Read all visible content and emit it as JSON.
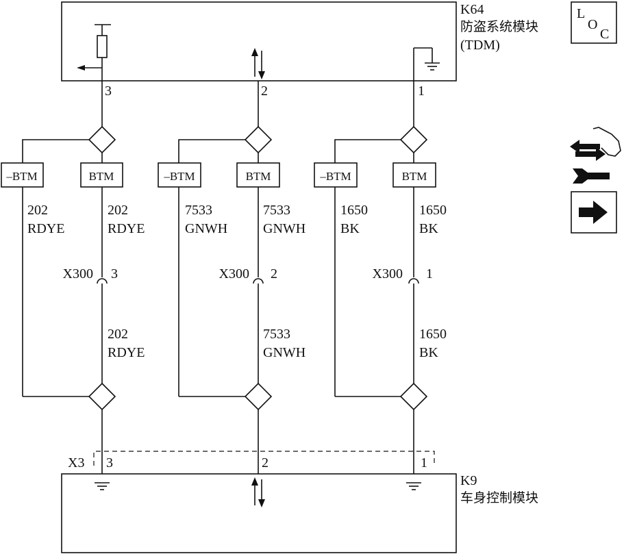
{
  "modules": {
    "k64": {
      "id": "K64",
      "name": "防盗系统模块",
      "abbr": "(TDM)"
    },
    "k9": {
      "id": "K9",
      "name": "车身控制模块"
    }
  },
  "loc_badge": {
    "l": "L",
    "o": "O",
    "c": "C"
  },
  "circuits": [
    {
      "pin": "3",
      "circuit": "202",
      "color": "RDYE",
      "inline_connector": "X300",
      "inline_pin": "3"
    },
    {
      "pin": "2",
      "circuit": "7533",
      "color": "GNWH",
      "inline_connector": "X300",
      "inline_pin": "2"
    },
    {
      "pin": "1",
      "circuit": "1650",
      "color": "BK",
      "inline_connector": "X300",
      "inline_pin": "1"
    }
  ],
  "btm": {
    "label": "BTM",
    "neg_label": "–BTM"
  },
  "bottom_connector": {
    "id": "X3",
    "pins": [
      "3",
      "2",
      "1"
    ]
  },
  "icons": [
    "repair-tools-icon",
    "next-arrow-icon"
  ]
}
